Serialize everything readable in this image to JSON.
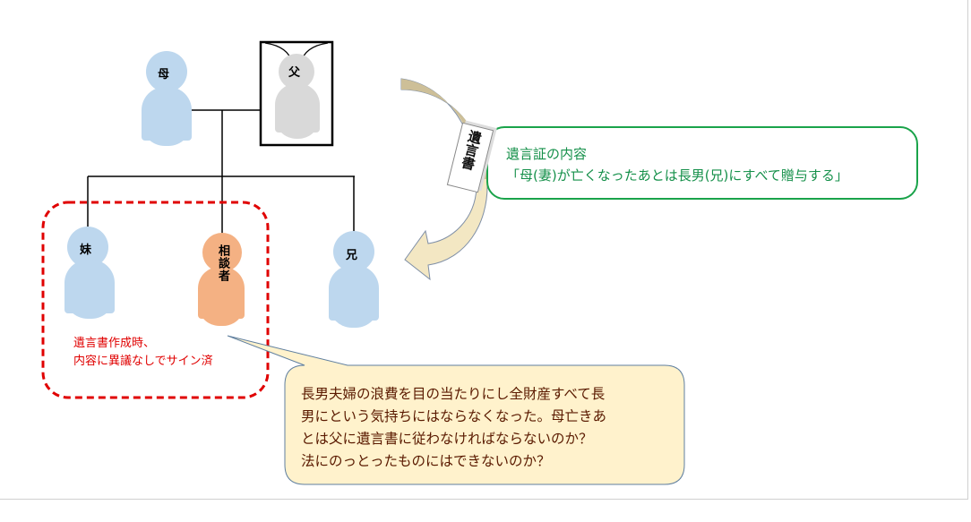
{
  "family": {
    "mother": "母",
    "father": "父",
    "sister": "妹",
    "consultant": "相談者",
    "brother": "兄"
  },
  "will_document_label": "遺言書",
  "will_content": {
    "title": "遺言証の内容",
    "text": "「母(妻)が亡くなったあとは長男(兄)にすべて贈与する」"
  },
  "signed_note": {
    "line1": "遺言書作成時、",
    "line2": "内容に異議なしでサイン済"
  },
  "speech_bubble": {
    "line1": "長男夫婦の浪費を目の当たりにし全財産すべて長",
    "line2": "男にという気持ちにはならなくなった。母亡きあ",
    "line3": "とは父に遺言書に従わなければならないのか？",
    "line4": "法にのっとったものにはできないのか？"
  },
  "colors": {
    "person_blue": "#bdd7ee",
    "person_grey": "#d9d9d9",
    "consultant_orange": "#f4b183",
    "green": "#1aa34a",
    "red": "#e00000",
    "bubble_fill": "#fff2cc"
  }
}
